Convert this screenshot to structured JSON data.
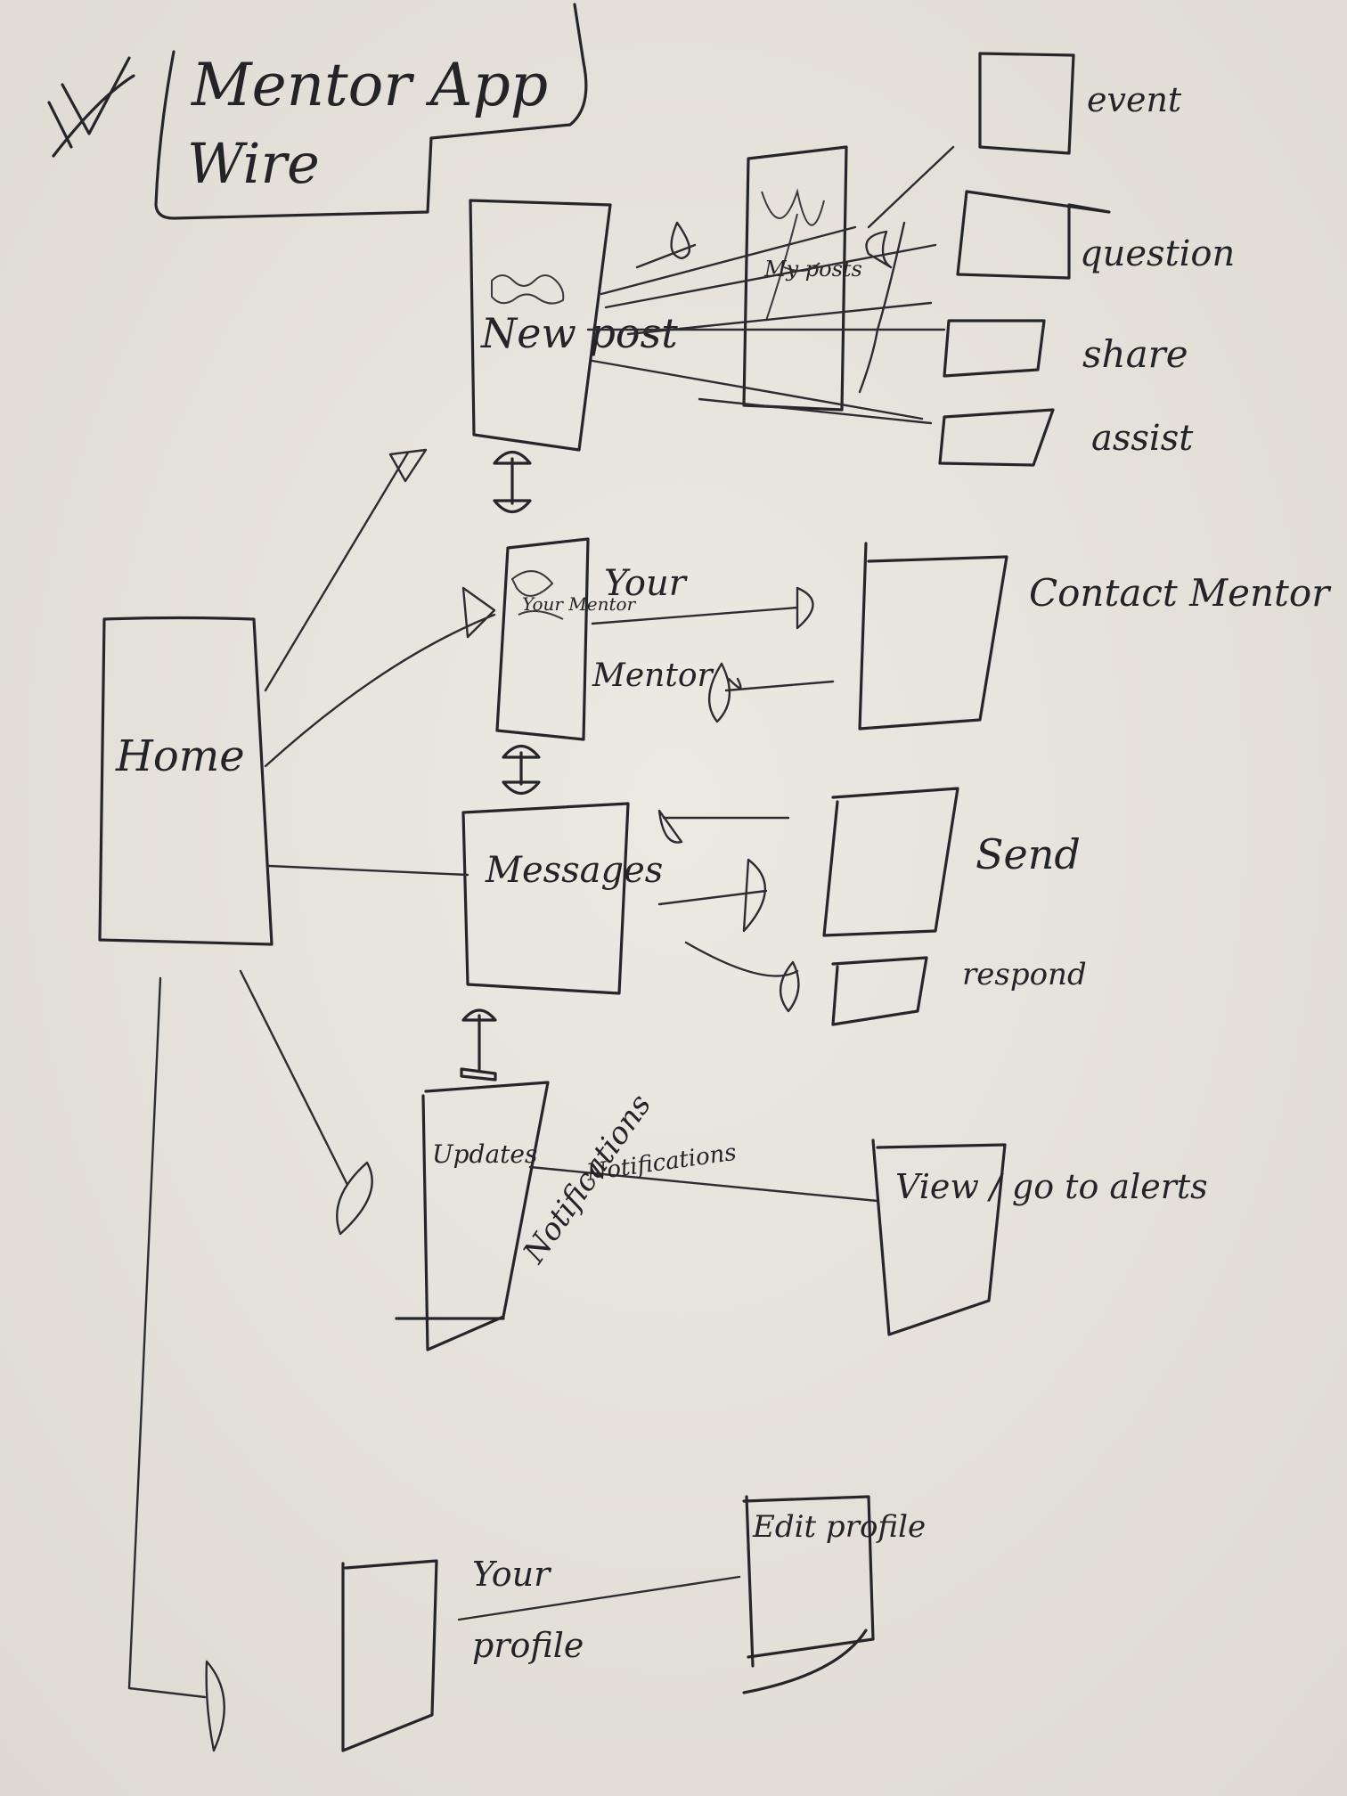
{
  "title": {
    "line1": "Mentor App",
    "line2": "Wire"
  },
  "screens": {
    "home": "Home",
    "new_post": "New post",
    "your_mentor": "Your Mentor",
    "messages": "Messages",
    "notifications_screen": "Updates",
    "view_alerts": "View / go to alerts",
    "your_profile": "Your profile",
    "edit_profile": "Edit profile",
    "contact_mentor": "Contact Mentor",
    "my_posts": "My posts"
  },
  "post_types": [
    "event",
    "question",
    "share",
    "assist"
  ],
  "message_actions": [
    "Send",
    "respond"
  ],
  "link_labels": {
    "your": "Your",
    "mentor": "Mentor",
    "notifications": "Notifications",
    "your_profile_line1": "Your",
    "your_profile_line2": "profile"
  },
  "colors": {
    "paper": "#e7e4dd",
    "ink": "#26262a"
  }
}
